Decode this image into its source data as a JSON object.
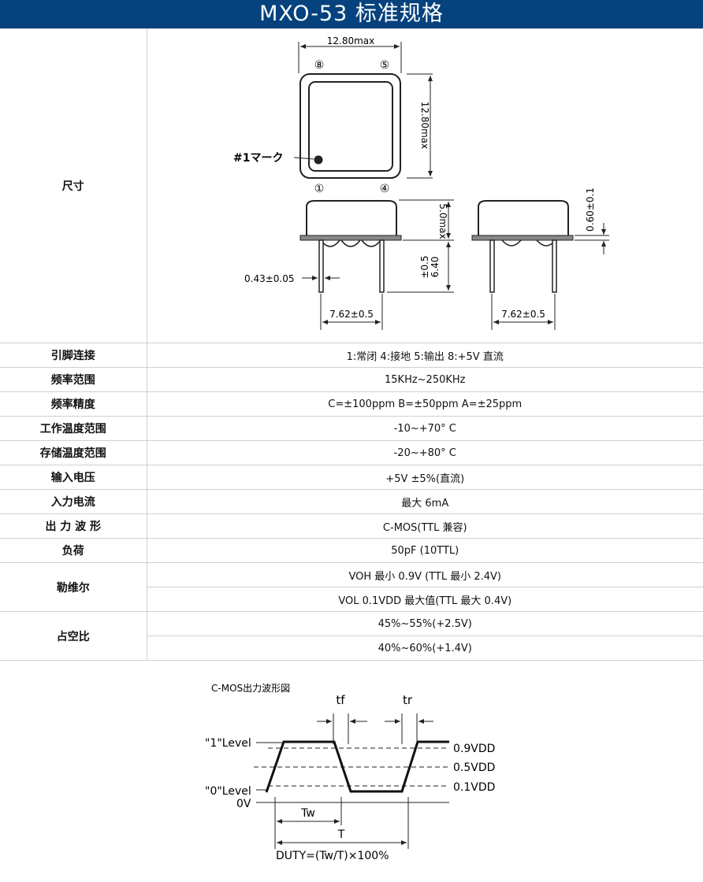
{
  "title": "MXO-53 标准规格",
  "dimension": {
    "label": "尺寸",
    "width_label": "12.80max",
    "height_label": "12.80max",
    "pin_8": "⑧",
    "pin_5": "⑤",
    "pin_1": "①",
    "pin_4": "④",
    "mark_label": "#1マーク",
    "body_height_label": "5.0max",
    "pin_length_label_a": "6.40",
    "pin_length_label_b": "±0.5",
    "pin_dia_label": "0.43±0.05",
    "pin_pitch_label_1": "7.62±0.5",
    "pin_pitch_label_2": "7.62±0.5",
    "standoff_label": "0.60±0.1"
  },
  "rows": [
    {
      "label": "引脚连接",
      "value": "1:常闭 4:接地 5:输出 8:+5V 直流"
    },
    {
      "label": "频率范围",
      "value": "15KHz~250KHz"
    },
    {
      "label": "频率精度",
      "value": "C=±100ppm B=±50ppm A=±25ppm"
    },
    {
      "label": "工作温度范围",
      "value": "-10~+70° C"
    },
    {
      "label": "存储温度范围",
      "value": "-20~+80° C"
    },
    {
      "label": "输入电压",
      "value": "+5V ±5%(直流)"
    },
    {
      "label": "入力电流",
      "value": "最大 6mA"
    },
    {
      "label": "出 力 波 形",
      "value": "C-MOS(TTL 兼容)"
    },
    {
      "label": "负荷",
      "value": "50pF (10TTL)"
    }
  ],
  "level": {
    "label": "勒维尔",
    "voh": "VOH 最小 0.9V (TTL 最小 2.4V)",
    "vol": "VOL 0.1VDD 最大值(TTL 最大 0.4V)"
  },
  "duty": {
    "label": "占空比",
    "v1": "45%~55%(+2.5V)",
    "v2": "40%~60%(+1.4V)"
  },
  "waveform": {
    "title": "C-MOS出力波形図",
    "tf": "tf",
    "tr": "tr",
    "level1": "\"1\"Level",
    "level0": "\"0\"Level",
    "ov": "0V",
    "v09": "0.9VDD",
    "v05": "0.5VDD",
    "v01": "0.1VDD",
    "tw": "Tw",
    "t": "T",
    "formula": "DUTY=(Tw/T)×100%"
  }
}
